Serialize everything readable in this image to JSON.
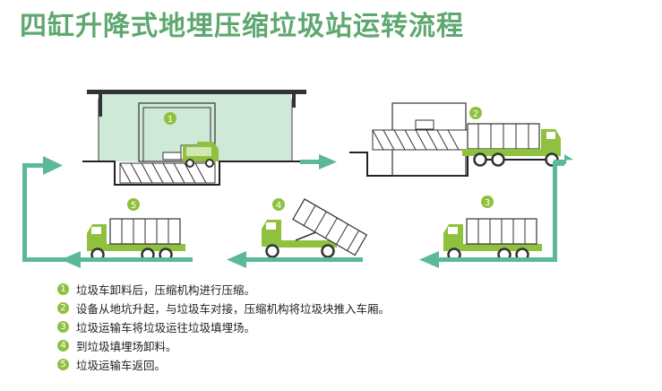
{
  "page": {
    "title": "四缸升降式地埋压缩垃圾站运转流程"
  },
  "steps": [
    {
      "num": "1",
      "text": "垃圾车卸料后，压缩机构进行压缩。"
    },
    {
      "num": "2",
      "text": "设备从地坑升起，与垃圾车对接，压缩机构将垃圾块推入车厢。"
    },
    {
      "num": "3",
      "text": "垃圾运输车将垃圾运往垃圾填埋场。"
    },
    {
      "num": "4",
      "text": "到垃圾填埋场卸料。"
    },
    {
      "num": "5",
      "text": "垃圾运输车返回。"
    }
  ],
  "colors": {
    "green": "#8fc13e",
    "teal": "#5bb89b",
    "title": "#5ea86f",
    "building": "#cfe9d8"
  }
}
